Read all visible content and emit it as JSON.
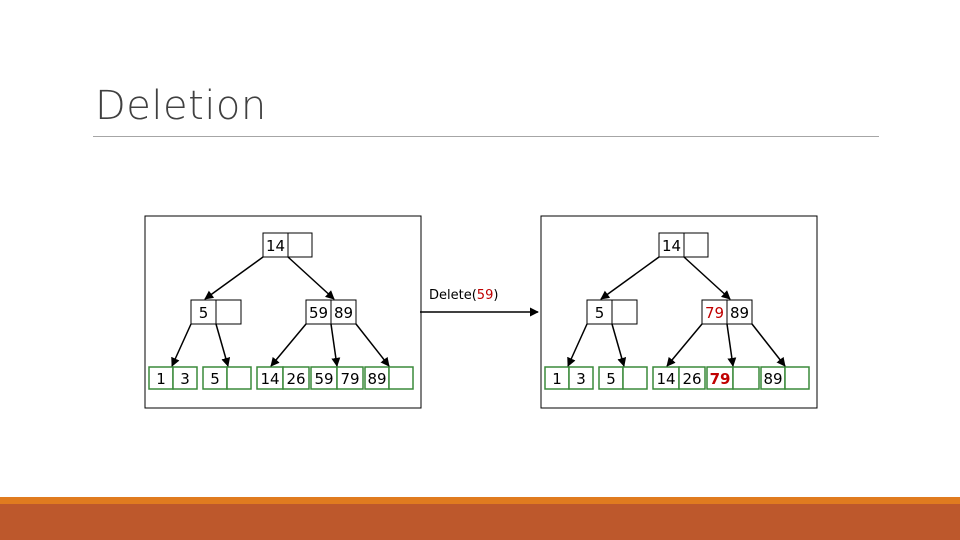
{
  "slide": {
    "title": "Deletion"
  },
  "operation": {
    "label": "Delete(",
    "key": "59",
    "close": ")"
  },
  "before_tree": {
    "root": [
      "14"
    ],
    "internal_left": [
      "5"
    ],
    "internal_right": [
      "59",
      "89"
    ],
    "leaves": [
      [
        "1",
        "3"
      ],
      [
        "5"
      ],
      [
        "14",
        "26"
      ],
      [
        "59",
        "79"
      ],
      [
        "89"
      ]
    ]
  },
  "after_tree": {
    "root": [
      "14"
    ],
    "internal_left": [
      "5"
    ],
    "internal_right": [
      "79",
      "89"
    ],
    "leaves": [
      [
        "1",
        "3"
      ],
      [
        "5"
      ],
      [
        "14",
        "26"
      ],
      [
        "79"
      ],
      [
        "89"
      ]
    ]
  },
  "colors": {
    "node_border": "#000000",
    "leaf_border": "#3a8a3a",
    "highlight": "#c00000",
    "accent_orange": "#e07b1f",
    "accent_rust": "#bd582c"
  }
}
